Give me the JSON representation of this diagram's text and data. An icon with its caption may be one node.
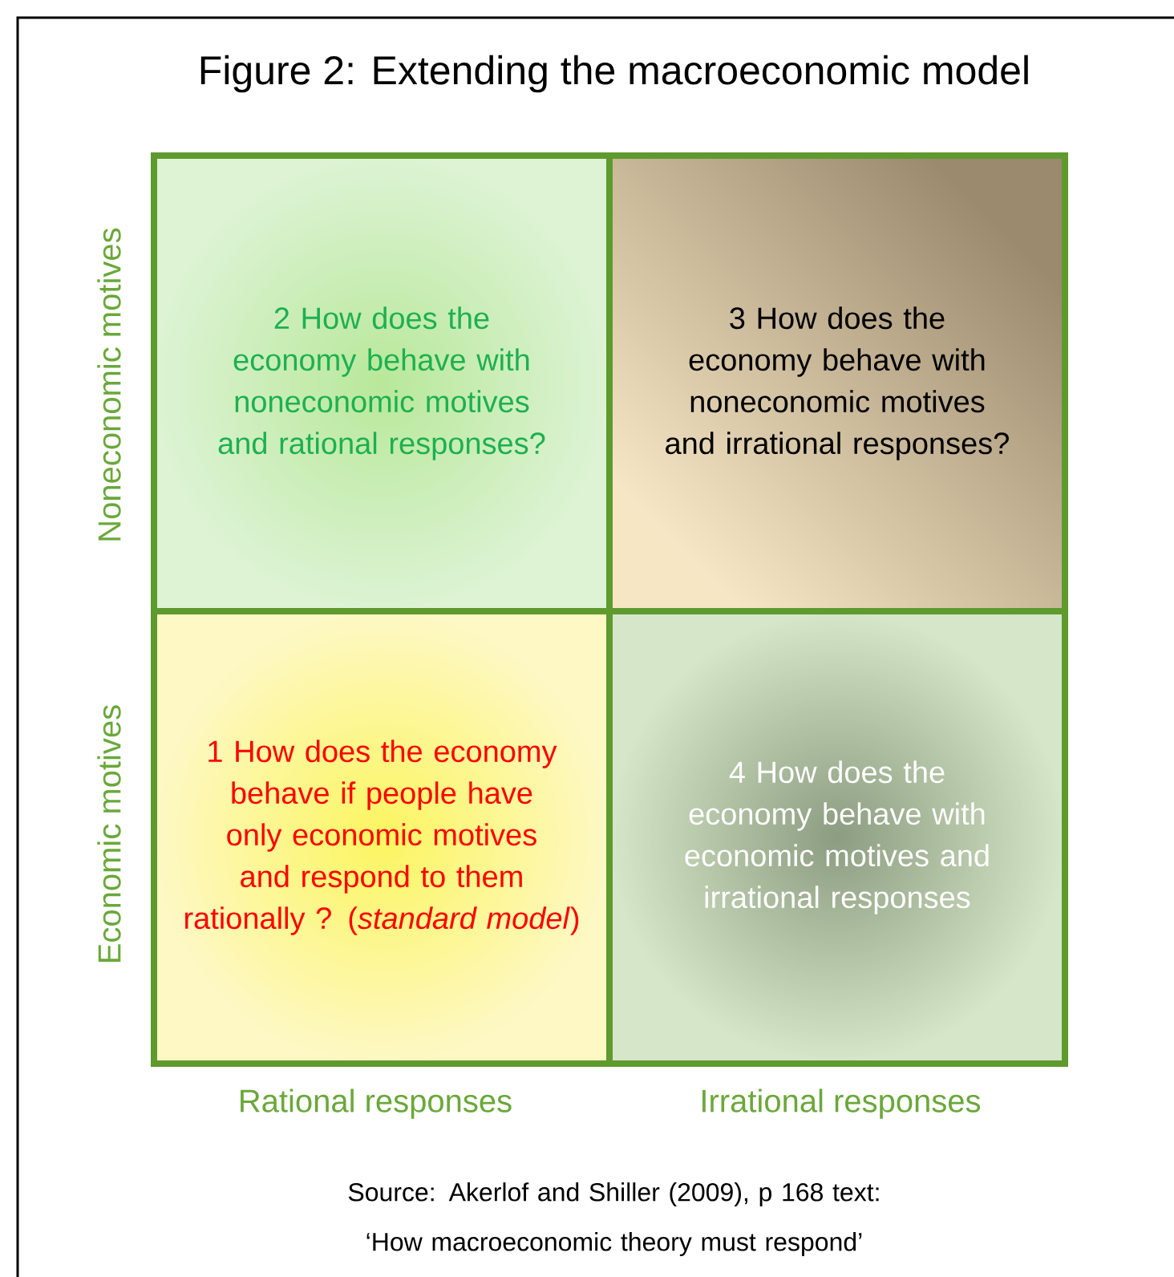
{
  "diagram": {
    "title": "Figure 2: Extending the macroeconomic model",
    "caption": "Source: Akerlof and Shiller (2009), p 168 text: ‘How macroeconomic theory must respond’",
    "nodes": [
      {
        "text": [
          "2 How does the economy behave with noneconomic motives and rational responses?"
        ]
      },
      {
        "text": [
          "3 How does the economy behave with noneconomic motives and irrational responses?"
        ]
      },
      {
        "text": [
          "1 How does the economy behave if people have only economic motives and respond to them rationally ? (*standard model*)"
        ]
      },
      {
        "text": [
          "4 How does the economy behave with economic motives and irrational responses"
        ]
      }
    ],
    "labels": [
      "Noneconomic motives",
      "Economic motives",
      "Rational responses",
      "Irrational responses"
    ]
  }
}
